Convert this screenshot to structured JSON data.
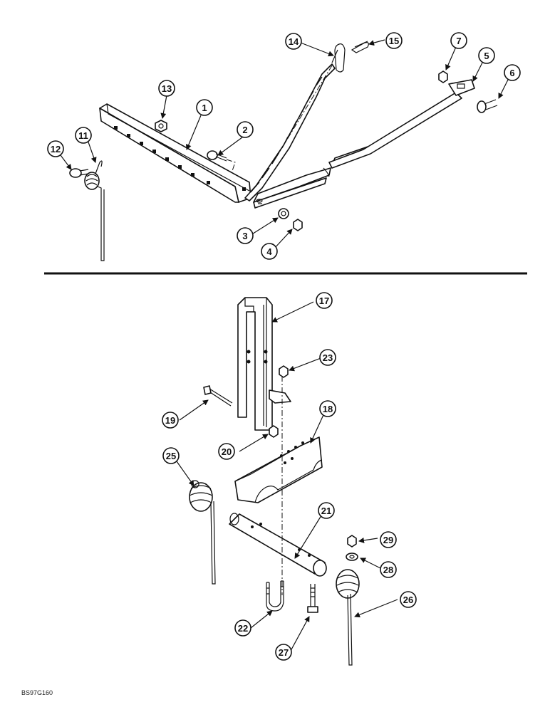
{
  "figure_code": "BS97G160",
  "callouts": [
    "1",
    "2",
    "3",
    "4",
    "5",
    "6",
    "7",
    "11",
    "12",
    "13",
    "14",
    "15",
    "17",
    "18",
    "19",
    "20",
    "21",
    "22",
    "23",
    "25",
    "26",
    "27",
    "28",
    "29"
  ]
}
